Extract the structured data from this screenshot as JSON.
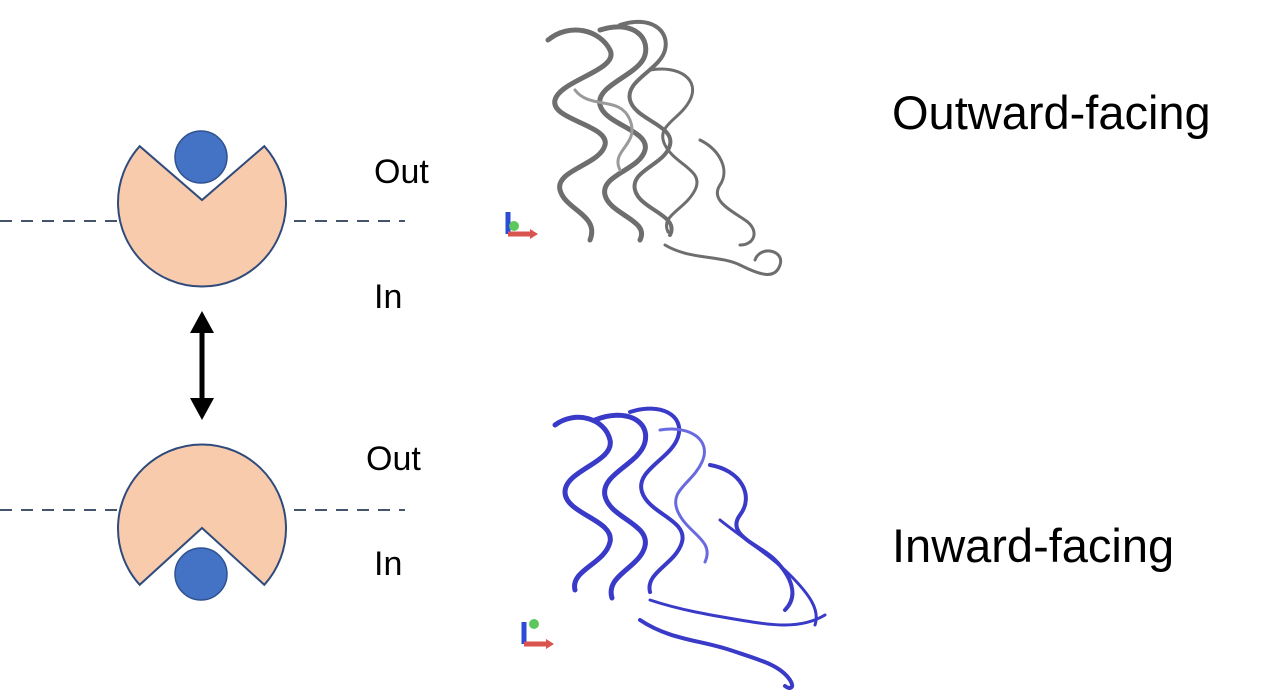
{
  "top": {
    "side_out": "Out",
    "side_in": "In",
    "state_label": "Outward-facing"
  },
  "bottom": {
    "side_out": "Out",
    "side_in": "In",
    "state_label": "Inward-facing"
  },
  "colors": {
    "transporter_body": "#F8CBAD",
    "transporter_outline": "#2F4B7C",
    "substrate": "#4472C4",
    "membrane_dash": "#44546A",
    "arrow": "#000000",
    "protein_outward": "#6e6e6e",
    "protein_inward": "#3a3ac8",
    "axis_x": "#d9534f",
    "axis_y": "#2c4bd6",
    "axis_z": "#5cc85c"
  },
  "icons": {
    "substrate": "circle",
    "transporter": "pacman-shape",
    "conformation_change": "double-headed-arrow",
    "protein": "ribbon-helix-bundle",
    "axes": "xyz-axes-icon"
  }
}
